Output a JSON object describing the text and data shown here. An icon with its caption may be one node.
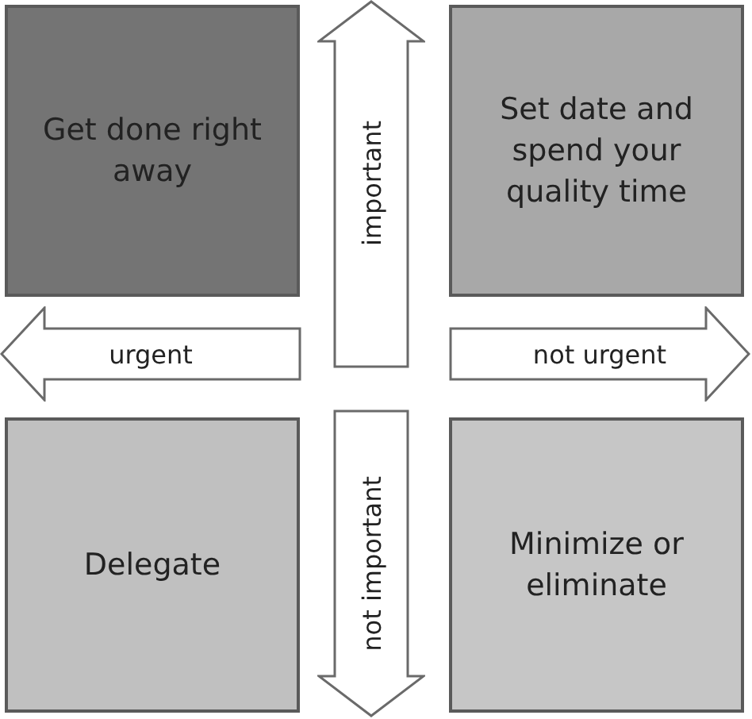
{
  "diagram": {
    "nodes": [
      {
        "text": [
          "Get done right away"
        ]
      },
      {
        "text": [
          "important"
        ]
      },
      {
        "text": [
          "Set date and spend your quality time"
        ]
      },
      {
        "text": [
          "urgent"
        ]
      },
      {
        "text": [
          "not urgent"
        ]
      },
      {
        "text": [
          "Delegate"
        ]
      },
      {
        "text": [
          "not important"
        ]
      },
      {
        "text": [
          "Minimize or eliminate"
        ]
      }
    ]
  }
}
